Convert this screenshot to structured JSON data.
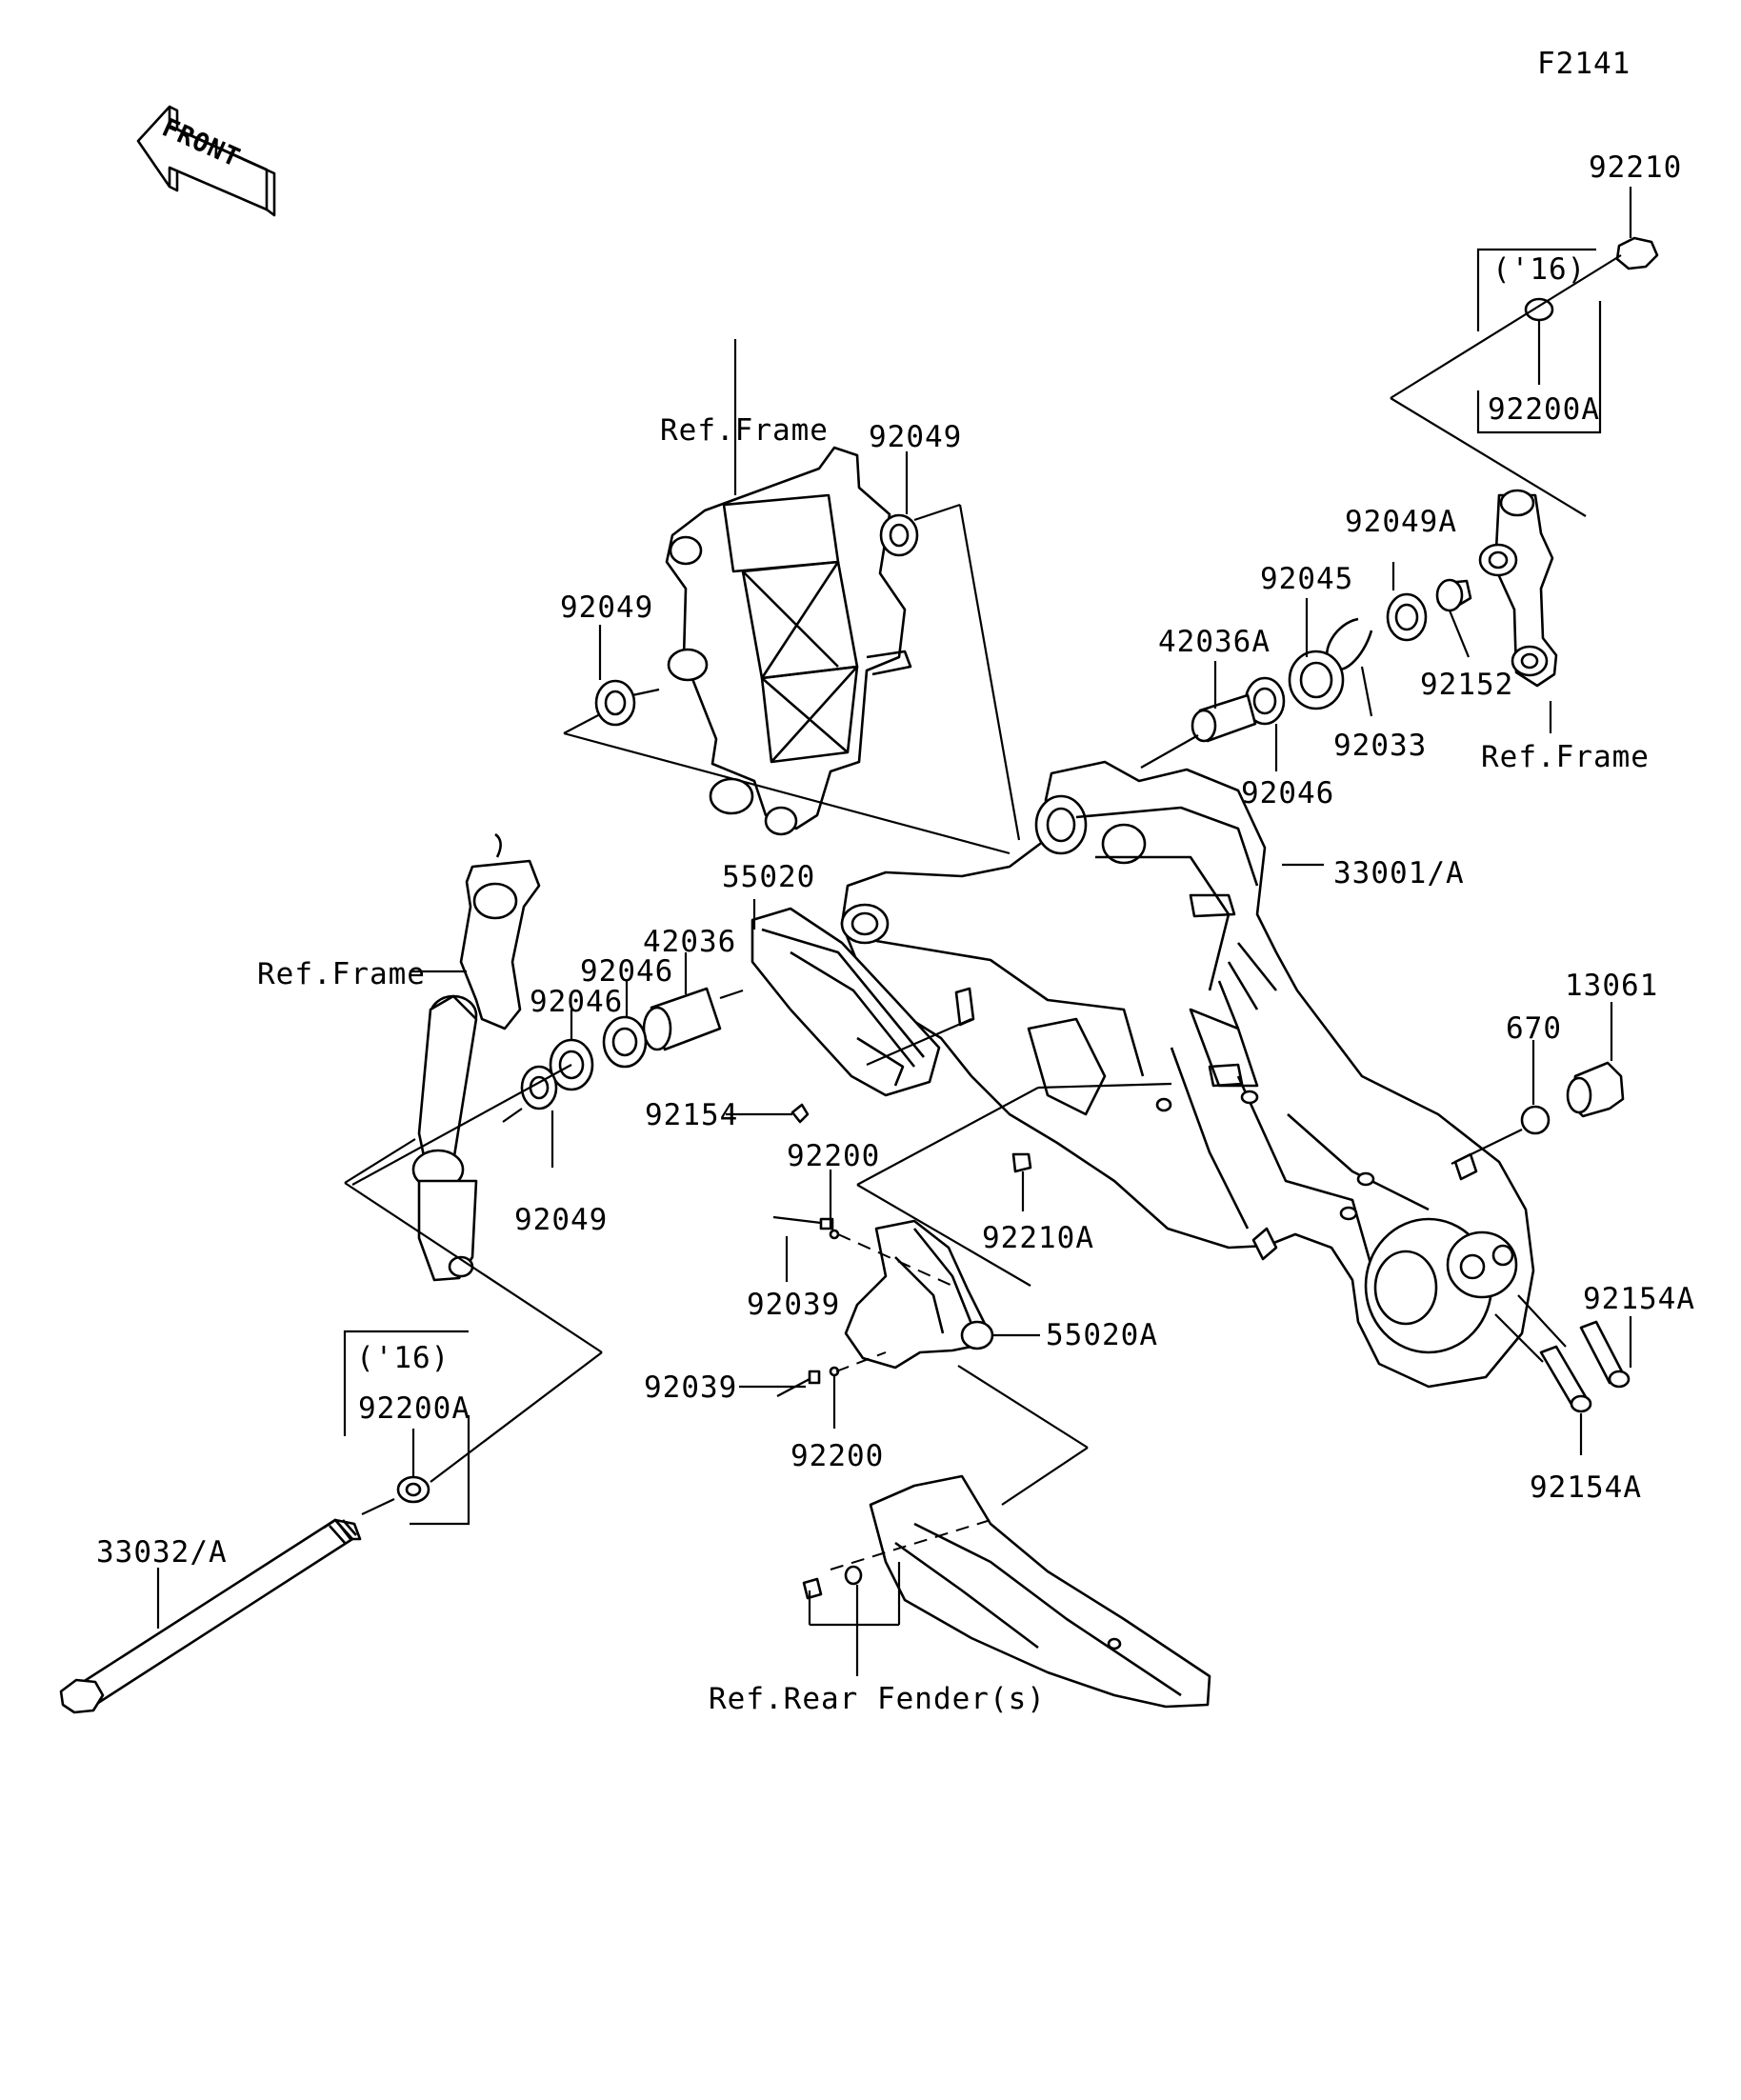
{
  "figure_code": "F2141",
  "front_arrow_label": "FRONT",
  "labels": {
    "p92210": "92210",
    "p16_top": "('16)",
    "p92200A_top": "92200A",
    "ref_frame_top": "Ref.Frame",
    "p92049_top": "92049",
    "p92049A": "92049A",
    "p92045": "92045",
    "p92049_left": "92049",
    "p42036A": "42036A",
    "p92152": "92152",
    "p92033": "92033",
    "ref_frame_right": "Ref.Frame",
    "p92046_right": "92046",
    "p55020": "55020",
    "p33001A": "33001/A",
    "p42036": "42036",
    "p92046_a": "92046",
    "p92046_b": "92046",
    "ref_frame_left": "Ref.Frame",
    "p13061": "13061",
    "p670": "670",
    "p92154": "92154",
    "p92200_a": "92200",
    "p92049_bottom": "92049",
    "p92210A": "92210A",
    "p92039_a": "92039",
    "p92154A_a": "92154A",
    "p16_bottom": "('16)",
    "p55020A": "55020A",
    "p92200A_bottom": "92200A",
    "p92039_b": "92039",
    "p92200_b": "92200",
    "p92154A_b": "92154A",
    "p33032A": "33032/A",
    "ref_rear_fender": "Ref.Rear Fender(s)"
  }
}
